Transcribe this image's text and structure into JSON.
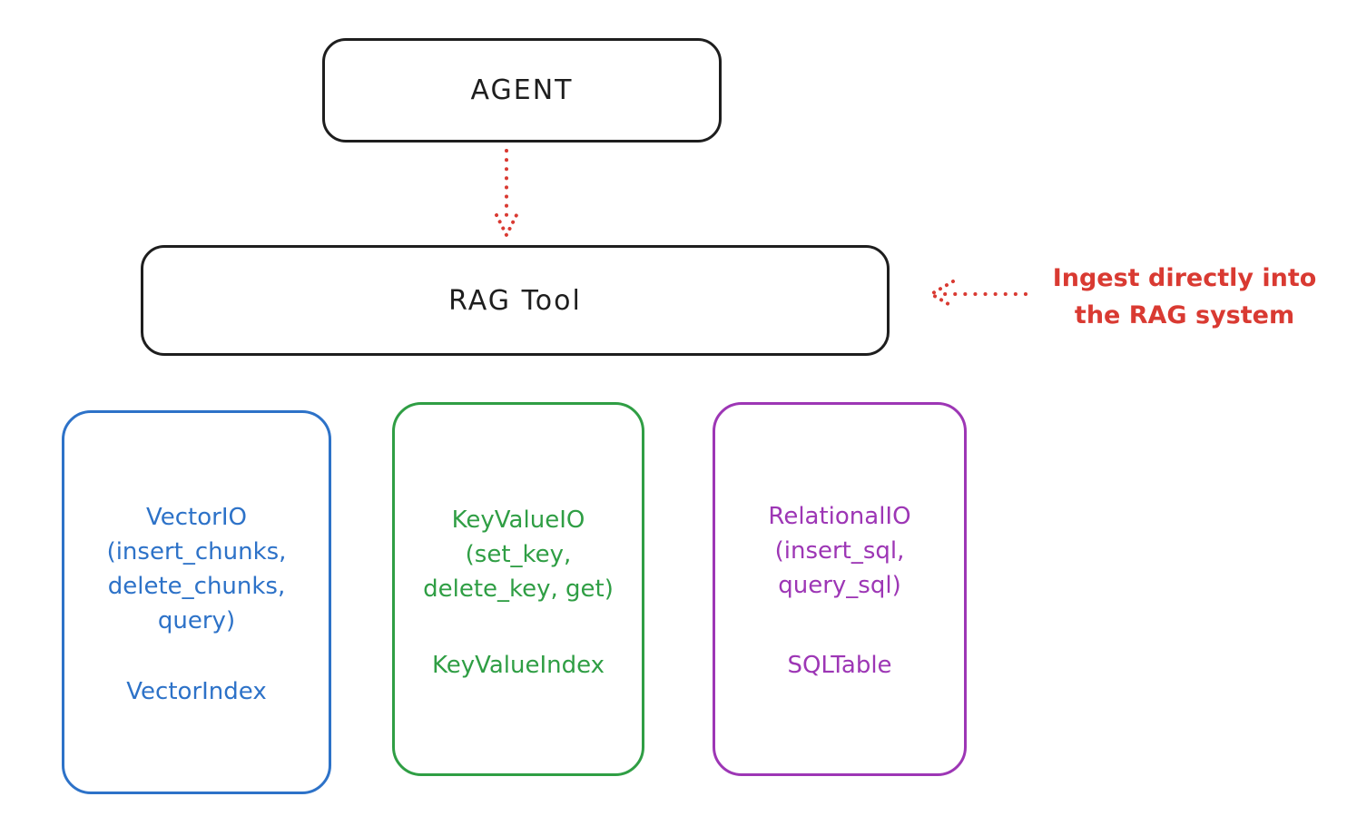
{
  "agent": {
    "label": "AGENT"
  },
  "rag_tool": {
    "label": "RAG Tool"
  },
  "annotation": {
    "line1": "Ingest directly into",
    "line2": "the RAG system"
  },
  "storage_boxes": {
    "vector": {
      "lines": [
        "VectorIO",
        "(insert_chunks,",
        "delete_chunks,",
        "query)"
      ],
      "index": "VectorIndex",
      "color": "#2d72c8"
    },
    "keyvalue": {
      "lines": [
        "KeyValueIO",
        "(set_key,",
        "delete_key, get)"
      ],
      "index": "KeyValueIndex",
      "color": "#2f9e44"
    },
    "relational": {
      "lines": [
        "RelationalIO",
        "(insert_sql,",
        "query_sql)"
      ],
      "index": "SQLTable",
      "color": "#9d36b5"
    }
  },
  "colors": {
    "outline_black": "#1e1e1e",
    "arrow_red": "#d93a32",
    "background": "#ffffff"
  }
}
